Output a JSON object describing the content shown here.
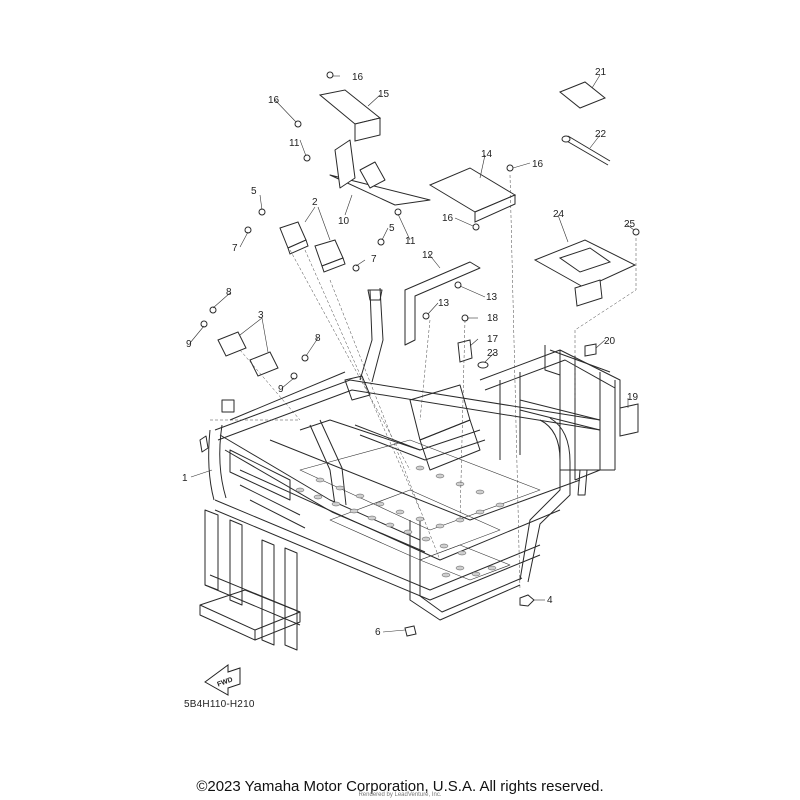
{
  "diagram": {
    "callouts": [
      "1",
      "2",
      "3",
      "4",
      "5",
      "5",
      "6",
      "7",
      "7",
      "8",
      "8",
      "9",
      "9",
      "10",
      "11",
      "11",
      "12",
      "13",
      "13",
      "14",
      "15",
      "16",
      "16",
      "16",
      "16",
      "17",
      "18",
      "19",
      "20",
      "21",
      "22",
      "23",
      "24",
      "25"
    ],
    "fwd_label": "FWD",
    "drawing_code": "5B4H110-H210"
  },
  "footer": {
    "copyright": "©2023 Yamaha Motor Corporation, U.S.A. All rights reserved.",
    "rendered_by": "Rendered by LeadVenture, Inc."
  }
}
